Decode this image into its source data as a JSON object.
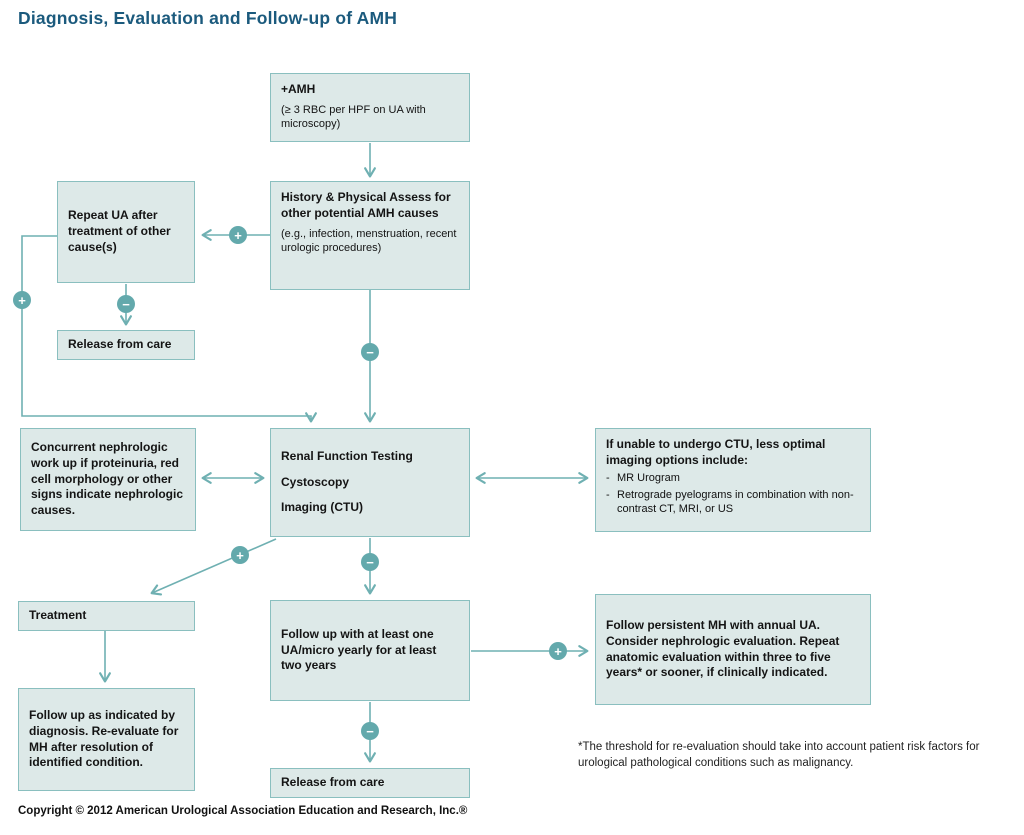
{
  "page": {
    "title": "Diagnosis, Evaluation and Follow-up of AMH",
    "footnote": "*The threshold for re-evaluation should take into account patient risk factors for urological pathological conditions such as malignancy.",
    "copyright": "Copyright © 2012 American Urological Association Education and Research, Inc.®"
  },
  "symbols": {
    "plus": "+",
    "minus": "−",
    "dash": "-"
  },
  "boxes": {
    "amh": {
      "title": "+AMH",
      "subtitle": "(≥ 3 RBC per HPF on UA with microscopy)"
    },
    "history": {
      "title": "History & Physical Assess for other potential AMH causes",
      "subtitle": "(e.g., infection, menstruation, recent urologic procedures)"
    },
    "repeat_ua": {
      "title": "Repeat UA after treatment of other cause(s)"
    },
    "release_after_repeat": {
      "title": "Release from care"
    },
    "nephrologic": {
      "title": "Concurrent nephrologic work up if proteinuria, red cell morphology or other signs indicate nephrologic causes."
    },
    "renal": {
      "line1": "Renal Function Testing",
      "line2": "Cystoscopy",
      "line3": "Imaging (CTU)"
    },
    "ctu_alternatives": {
      "title": "If unable to undergo CTU, less optimal imaging options include:",
      "items": [
        "MR Urogram",
        "Retrograde pyelograms in combination with non-contrast CT, MRI, or US"
      ]
    },
    "treatment": {
      "title": "Treatment"
    },
    "followup": {
      "title": "Follow up with at least one UA/micro yearly for at least two years"
    },
    "persistent": {
      "title": "Follow persistent MH with annual UA. Consider nephrologic evaluation. Repeat anatomic evaluation within three to five years* or sooner, if clinically indicated."
    },
    "followup_indicated": {
      "title": "Follow up as indicated by diagnosis. Re-evaluate for MH after resolution of identified condition."
    },
    "release_final": {
      "title": "Release from care"
    }
  },
  "colors": {
    "box_fill": "#dde9e8",
    "box_border": "#8abfbf",
    "arrow": "#6fb0b2",
    "connector": "#63a9ac",
    "title_text": "#1b5a7d"
  }
}
